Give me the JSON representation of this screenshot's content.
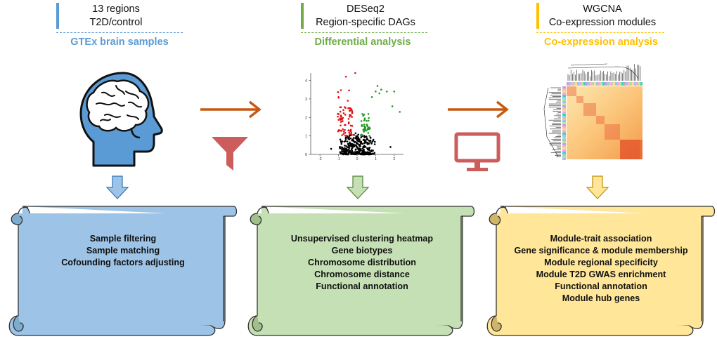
{
  "stages": [
    {
      "id": "gtex",
      "header_lines": [
        "13 regions",
        "T2D/control"
      ],
      "title": "GTEx brain samples",
      "color": "#5b9bd5",
      "scroll_fill": "#9dc3e6",
      "scroll_items": [
        "Sample filtering",
        "Sample matching",
        "Cofounding factors adjusting"
      ]
    },
    {
      "id": "diff",
      "header_lines": [
        "DESeq2",
        "Region-specific DAGs"
      ],
      "title": "Differential analysis",
      "color": "#70ad47",
      "scroll_fill": "#c5e0b4",
      "scroll_items": [
        "Unsupervised clustering heatmap",
        "Gene biotypes",
        "Chromosome distribution",
        "Chromosome distance",
        "Functional annotation"
      ]
    },
    {
      "id": "coexp",
      "header_lines": [
        "WGCNA",
        "Co-expression modules"
      ],
      "title": "Co-expression analysis",
      "color": "#ffc000",
      "scroll_fill": "#ffe699",
      "scroll_items": [
        "Module-trait association",
        "Gene significance & module membership",
        "Module regional specificity",
        "Module T2D GWAS enrichment",
        "Functional annotation",
        "Module hub genes"
      ]
    }
  ],
  "volcano": {
    "x_ticks": [
      "-2",
      "-1",
      "0",
      "1",
      "2"
    ],
    "y_ticks": [
      "0",
      "1",
      "2",
      "3",
      "4"
    ]
  },
  "icons": [
    "brain-head-icon",
    "filter-funnel-icon",
    "monitor-icon",
    "flow-arrow-icon",
    "down-arrow-icon"
  ],
  "colors": {
    "flow_arrow": "#c55a11",
    "funnel": "#cd5c5c",
    "monitor": "#cd5c5c"
  }
}
